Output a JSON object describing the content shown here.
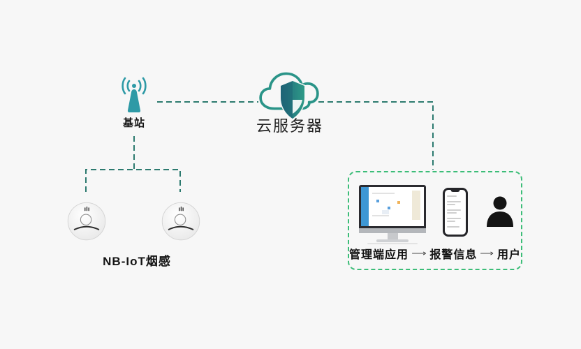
{
  "palette": {
    "background": "#f7f7f7",
    "teal_icon": "#2e9aa6",
    "cloud_stroke": "#2a9488",
    "shield_dark": "#1d5f72",
    "shield_light": "#2e9a87",
    "connector_dash": "#2c7a6f",
    "panel_border_green": "#3cbd78",
    "text": "#141414"
  },
  "nodes": {
    "base_station": {
      "label": "基站",
      "icon": "antenna-icon"
    },
    "cloud_server": {
      "label": "云服务器",
      "icon": "cloud-shield-icon"
    },
    "smoke_detector_group": {
      "label": "NB-IoT烟感",
      "count": 2,
      "icon": "smoke-detector-icon"
    },
    "management_panel": {
      "steps": [
        {
          "label": "管理端应用",
          "icon": "desktop-monitor-icon"
        },
        {
          "label": "报警信息",
          "icon": "smartphone-icon"
        },
        {
          "label": "用户",
          "icon": "person-icon"
        }
      ]
    }
  },
  "connections": [
    {
      "from": "smoke_detector_group",
      "to": "base_station",
      "style": "dashed"
    },
    {
      "from": "base_station",
      "to": "cloud_server",
      "style": "dashed"
    },
    {
      "from": "cloud_server",
      "to": "management_panel",
      "style": "dashed"
    }
  ]
}
